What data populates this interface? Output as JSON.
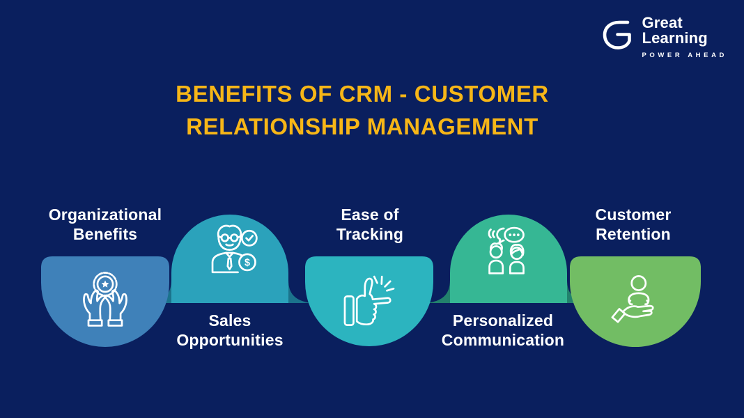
{
  "brand": {
    "logo_g": "G",
    "name": "Great\nLearning",
    "tagline": "POWER AHEAD"
  },
  "title": "BENEFITS OF CRM - CUSTOMER\nRELATIONSHIP MANAGEMENT",
  "colors": {
    "background": "#0A1F5E",
    "title": "#F7B617",
    "label_text": "#FFFFFF",
    "icon_stroke": "#FFFFFF"
  },
  "benefits": [
    {
      "label": "Organizational\nBenefits",
      "label_position": "above",
      "icon": "hands-holding-badge-icon",
      "color": "#3F81B9"
    },
    {
      "label": "Sales\nOpportunities",
      "label_position": "below",
      "icon": "salesperson-clock-dollar-icon",
      "color": "#2BA2BB"
    },
    {
      "label": "Ease of\nTracking",
      "label_position": "above",
      "icon": "snapping-hand-icon",
      "color": "#2CB4BF"
    },
    {
      "label": "Personalized\nCommunication",
      "label_position": "below",
      "icon": "people-chat-icon",
      "color": "#36B794"
    },
    {
      "label": "Customer\nRetention",
      "label_position": "above",
      "icon": "hand-holding-person-icon",
      "color": "#72BD64"
    }
  ]
}
